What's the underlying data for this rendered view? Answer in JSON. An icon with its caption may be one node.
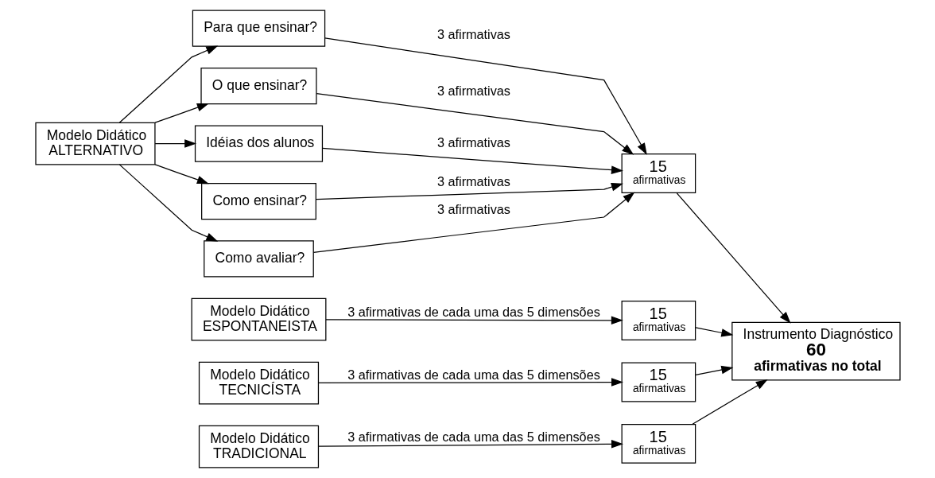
{
  "diagram": {
    "nodes": [
      {
        "text": [
          "Modelo Didático",
          "ALTERNATIVO"
        ]
      },
      {
        "text": [
          "Para que ensinar?"
        ]
      },
      {
        "text": [
          "O que ensinar?"
        ]
      },
      {
        "text": [
          "Idéias dos alunos"
        ]
      },
      {
        "text": [
          "Como ensinar?"
        ]
      },
      {
        "text": [
          "Como avaliar?"
        ]
      },
      {
        "text": [
          "15",
          "afirmativas"
        ]
      },
      {
        "text": [
          "Modelo Didático",
          "ESPONTANEISTA"
        ]
      },
      {
        "text": [
          "15",
          "afirmativas"
        ]
      },
      {
        "text": [
          "Modelo Didático",
          "TECNICÍSTA"
        ]
      },
      {
        "text": [
          "15",
          "afirmativas"
        ]
      },
      {
        "text": [
          "Modelo Didático",
          "TRADICIONAL"
        ]
      },
      {
        "text": [
          "15",
          "afirmativas"
        ]
      },
      {
        "text": [
          "Instrumento Diagnóstico",
          "60",
          "afirmativas no total"
        ]
      }
    ],
    "edges": [
      {
        "from": 0,
        "to": 1,
        "arrow": "to"
      },
      {
        "from": 0,
        "to": 2,
        "arrow": "to"
      },
      {
        "from": 0,
        "to": 3,
        "arrow": "to"
      },
      {
        "from": 0,
        "to": 4,
        "arrow": "to"
      },
      {
        "from": 0,
        "to": 5,
        "arrow": "to"
      },
      {
        "from": 1,
        "to": 6,
        "arrow": "to",
        "label": "3 afirmativas"
      },
      {
        "from": 2,
        "to": 6,
        "arrow": "to",
        "label": "3 afirmativas"
      },
      {
        "from": 3,
        "to": 6,
        "arrow": "to",
        "label": "3 afirmativas"
      },
      {
        "from": 4,
        "to": 6,
        "arrow": "to",
        "label": "3 afirmativas"
      },
      {
        "from": 5,
        "to": 6,
        "arrow": "to",
        "label": "3 afirmativas"
      },
      {
        "from": 7,
        "to": 8,
        "arrow": "to",
        "label": "3 afirmativas de cada uma das 5 dimensões"
      },
      {
        "from": 9,
        "to": 10,
        "arrow": "to",
        "label": "3 afirmativas de cada uma das 5 dimensões"
      },
      {
        "from": 11,
        "to": 12,
        "arrow": "to",
        "label": "3 afirmativas de cada uma das 5 dimensões"
      },
      {
        "from": 6,
        "to": 13,
        "arrow": "to"
      },
      {
        "from": 8,
        "to": 13,
        "arrow": "to"
      },
      {
        "from": 10,
        "to": 13,
        "arrow": "to"
      },
      {
        "from": 12,
        "to": 13,
        "arrow": "to"
      }
    ]
  }
}
